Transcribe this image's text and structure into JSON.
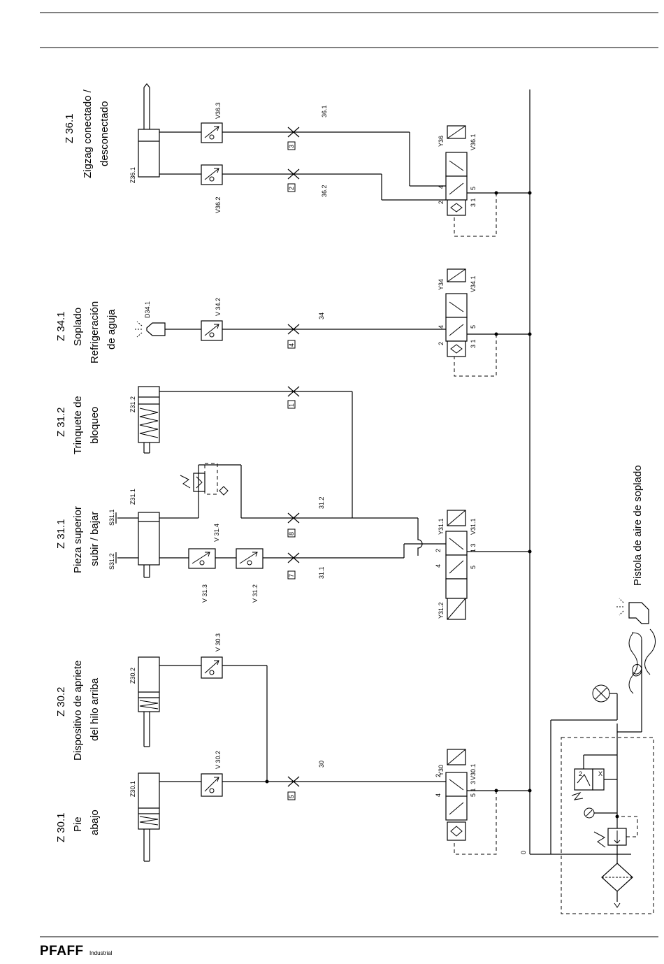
{
  "brand": {
    "name": "PFAFF",
    "sub": "Industrial"
  },
  "groups": {
    "z361": {
      "code": "Z 36.1",
      "line1": "Zigzag conectado /",
      "line2": "desconectado"
    },
    "z341": {
      "code": "Z 34.1",
      "line1": "Soplado",
      "line2": "Refrigeración",
      "line3": "de aguja"
    },
    "z312": {
      "code": "Z 31.2",
      "line1": "Trinquete de",
      "line2": "bloqueo"
    },
    "z311": {
      "code": "Z 31.1",
      "line1": "Pieza superior",
      "line2": "subir / bajar"
    },
    "z302": {
      "code": "Z 30.2",
      "line1": "Dispositivo de apriete",
      "line2": "del hilo arriba"
    },
    "z301": {
      "code": "Z 30.1",
      "line1": "Pie",
      "line2": "abajo"
    }
  },
  "air_gun_label": "Pistola de aire de soplado",
  "labels": {
    "cyl_z361": "Z36.1",
    "cyl_z312": "Z31.2",
    "cyl_z311": "Z31.1",
    "cyl_z302": "Z30.2",
    "cyl_z301": "Z30.1",
    "d341": "D34.1",
    "v363": "V36.3",
    "v362": "V36.2",
    "v342": "V 34.2",
    "v314": "V 31.4",
    "v313": "V 31.3",
    "v312": "V 31.2",
    "v303": "V 30.3",
    "v302": "V 30.2",
    "s311": "S31.1",
    "s312": "S31.2",
    "line361": "36.1",
    "line362": "36.2",
    "line34": "34",
    "line312": "31.2",
    "line311": "31.1",
    "line30": "30",
    "n3": "3",
    "n2": "2",
    "n4": "4",
    "n1": "1",
    "n8": "8",
    "n7": "7",
    "n5": "5",
    "y36": "Y36",
    "vv361": "V36.1",
    "y34": "Y34",
    "vv341": "V34.1",
    "y311": "Y31.1",
    "vv311": "V31.1",
    "y312": "Y31.2",
    "y30": "Y30",
    "vv301": "V30.1",
    "zero": "0",
    "x": "X",
    "p4": "4",
    "p2": "2",
    "p5": "5",
    "p3": "3",
    "p1": "1",
    "p31": "3 1",
    "p13": "1 3",
    "p51": "5 1"
  }
}
